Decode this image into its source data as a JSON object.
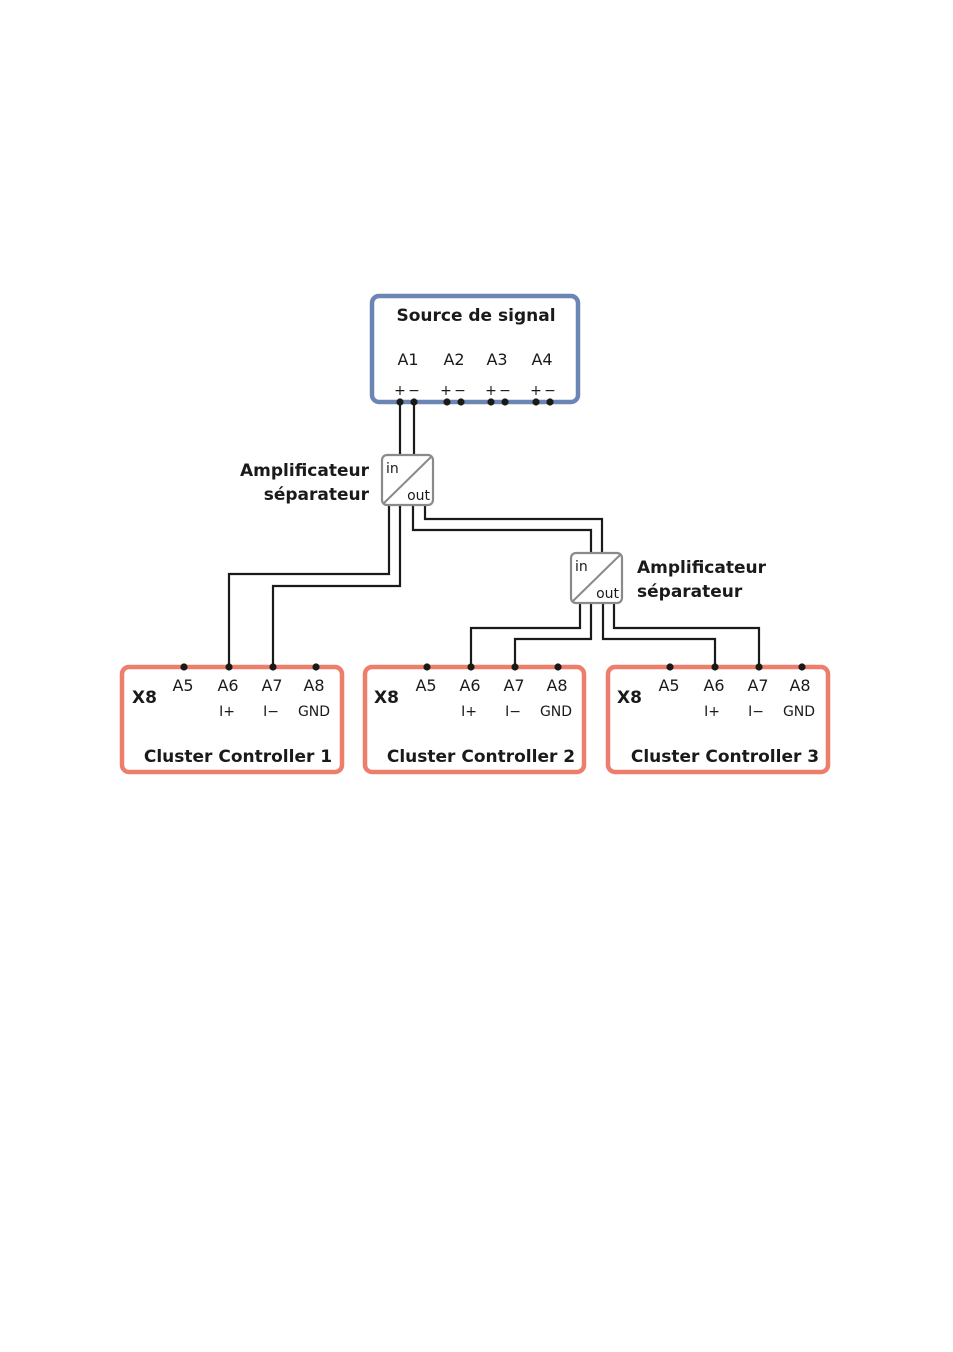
{
  "source": {
    "title": "Source de signal",
    "ports": [
      "A1",
      "A2",
      "A3",
      "A4"
    ],
    "polarity": [
      "+",
      "−"
    ]
  },
  "amplifier": {
    "label_line1": "Amplificateur",
    "label_line2": "séparateur",
    "in": "in",
    "out": "out"
  },
  "controllers": [
    {
      "x8": "X8",
      "ports": [
        "A5",
        "A6",
        "A7",
        "A8"
      ],
      "signals": [
        "I+",
        "I−",
        "GND"
      ],
      "name": "Cluster Controller 1"
    },
    {
      "x8": "X8",
      "ports": [
        "A5",
        "A6",
        "A7",
        "A8"
      ],
      "signals": [
        "I+",
        "I−",
        "GND"
      ],
      "name": "Cluster Controller 2"
    },
    {
      "x8": "X8",
      "ports": [
        "A5",
        "A6",
        "A7",
        "A8"
      ],
      "signals": [
        "I+",
        "I−",
        "GND"
      ],
      "name": "Cluster Controller 3"
    }
  ],
  "colors": {
    "source_border": "#6b86b5",
    "controller_border": "#ee7e6c",
    "amplifier_border": "#8a8a8a",
    "wire": "#1a1a1a"
  }
}
